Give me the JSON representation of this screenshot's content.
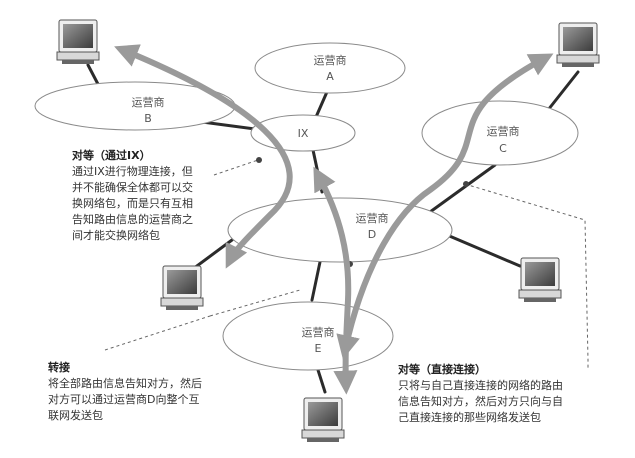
{
  "nodes": {
    "a": {
      "name": "运营商",
      "letter": "A"
    },
    "b": {
      "name": "运营商",
      "letter": "B"
    },
    "c": {
      "name": "运营商",
      "letter": "C"
    },
    "d": {
      "name": "运营商",
      "letter": "D"
    },
    "e": {
      "name": "运营商",
      "letter": "E"
    },
    "ix": {
      "name": "IX"
    }
  },
  "annotations": {
    "peering_ix": {
      "title": "对等（通过IX）",
      "lines": [
        "通过IX进行物理连接，但",
        "并不能确保全体都可以交",
        "换网络包，而是只有互相",
        "告知路由信息的运营商之",
        "间才能交换网络包"
      ]
    },
    "transit": {
      "title": "转接",
      "lines": [
        "将全部路由信息告知对方，然后",
        "对方可以通过运营商D向整个互",
        "联网发送包"
      ]
    },
    "peering_direct": {
      "title": "对等（直接连接）",
      "lines": [
        "只将与自己直接连接的网络的路由",
        "信息告知对方，然后对方只向与自",
        "己直接连接的那些网络发送包"
      ]
    }
  },
  "colors": {
    "ellipse_fill": "#ffffff",
    "ellipse_stroke": "#8a8a8a",
    "link": "#2b2b2b",
    "arrow": "#9a9a9a",
    "leader": "#666666",
    "monitor": "#5a5a5a"
  },
  "icons": [
    "computer-monitor-icon"
  ]
}
